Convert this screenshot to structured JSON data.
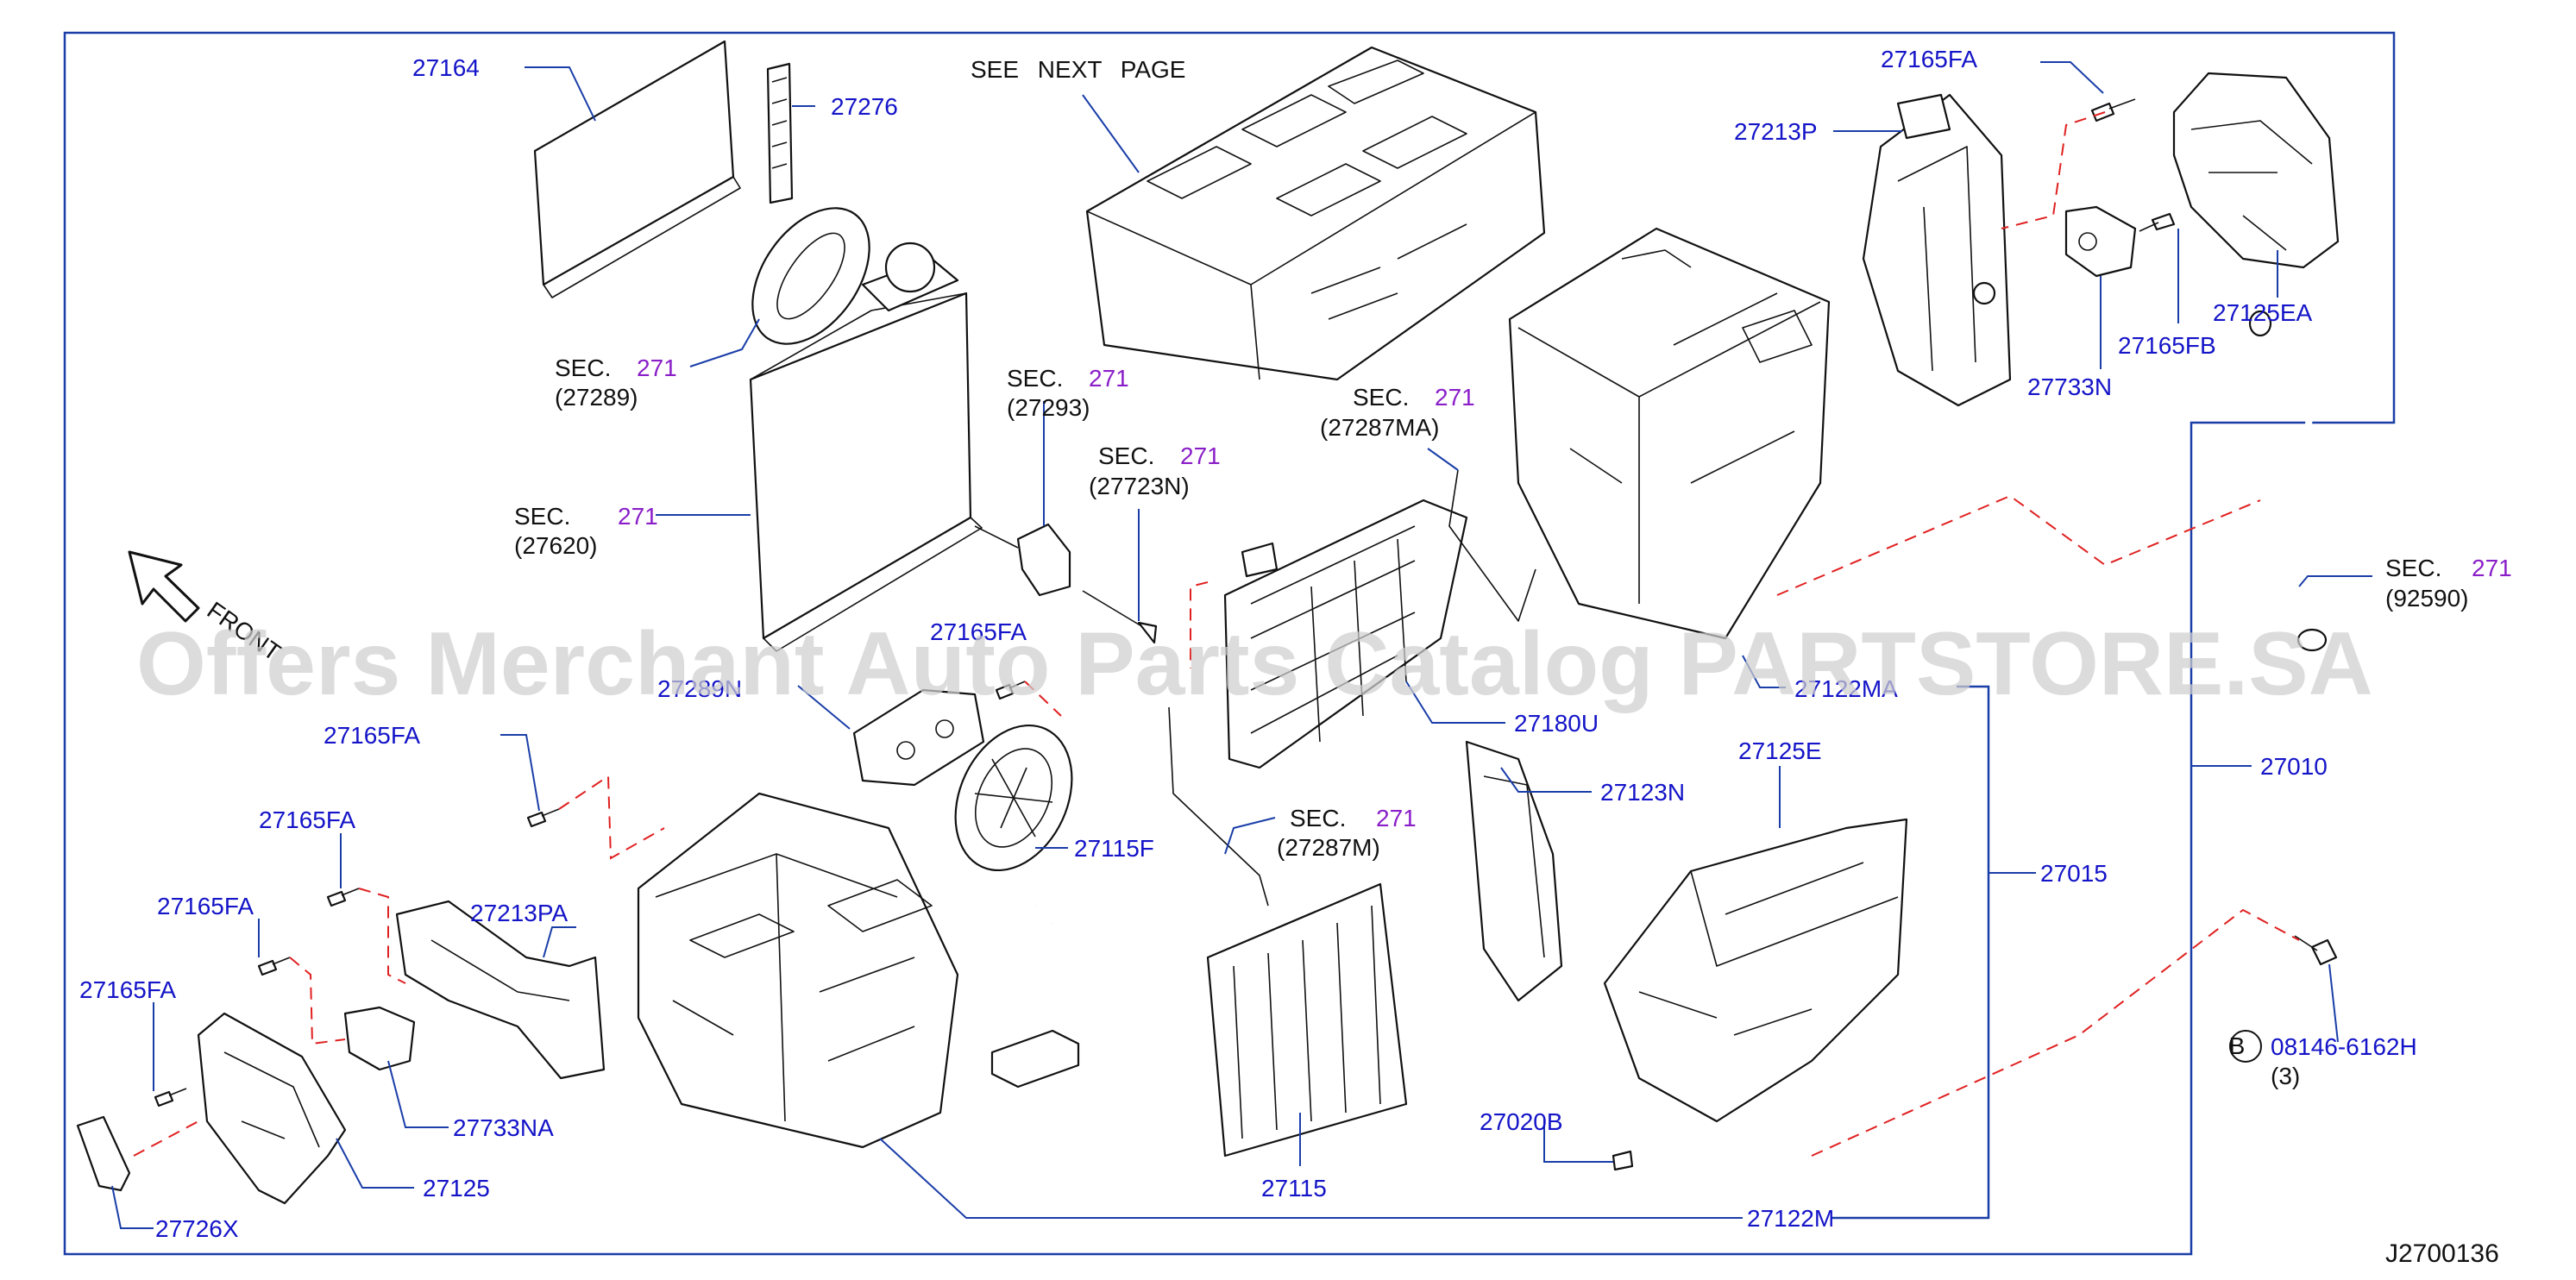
{
  "header": {
    "see_next_page": "SEE NEXT PAGE"
  },
  "front_label": "FRONT",
  "watermark": "Offers Merchant Auto Parts Catalog PARTSTORE.SA",
  "diagram_code": "J2700136",
  "sec_prefix": "SEC.",
  "sec_number": "271",
  "bolt_symbol": "B",
  "bolt_part": "08146-6162H",
  "bolt_qty": "(3)",
  "sections": {
    "s27289": "(27289)",
    "s27620": "(27620)",
    "s27293": "(27293)",
    "s27723N": "(27723N)",
    "s27287MA": "(27287MA)",
    "s27287M": "(27287M)",
    "s92590": "(92590)"
  },
  "parts": {
    "p27164": "27164",
    "p27276": "27276",
    "p27165FA_a": "27165FA",
    "p27165FA_b": "27165FA",
    "p27165FA_c": "27165FA",
    "p27165FA_d": "27165FA",
    "p27165FA_e": "27165FA",
    "p27165FA_f": "27165FA",
    "p27213P": "27213P",
    "p27165FB": "27165FB",
    "p27125EA": "27125EA",
    "p27733N": "27733N",
    "p27289N": "27289N",
    "p27122MA": "27122MA",
    "p27180U": "27180U",
    "p27010": "27010",
    "p27125E": "27125E",
    "p27123N": "27123N",
    "p27115F": "27115F",
    "p27015": "27015",
    "p27213PA": "27213PA",
    "p27733NA": "27733NA",
    "p27125": "27125",
    "p27726X": "27726X",
    "p27020B": "27020B",
    "p27115": "27115",
    "p27122M": "27122M"
  }
}
